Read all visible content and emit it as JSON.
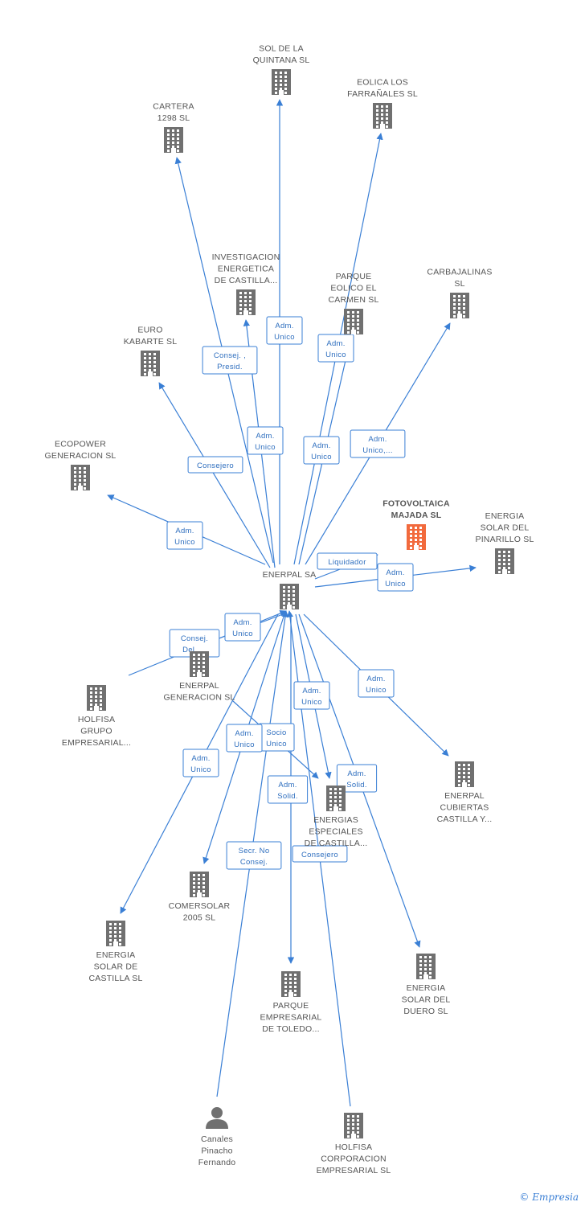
{
  "colors": {
    "edge": "#3a7fd5",
    "node": "#707070",
    "highlight": "#f26a3d",
    "label": "#555555"
  },
  "brand": {
    "copyright": "©",
    "name": "Empresia"
  },
  "nodes": [
    {
      "id": "enerpal",
      "label": [
        "ENERPAL SA"
      ],
      "icon": "building-icon"
    },
    {
      "id": "sol_quintana",
      "label": [
        "SOL DE LA",
        "QUINTANA SL"
      ],
      "icon": "building-icon"
    },
    {
      "id": "eolica_farranales",
      "label": [
        "EOLICA LOS",
        "FARRAÑALES SL"
      ],
      "icon": "building-icon"
    },
    {
      "id": "cartera",
      "label": [
        "CARTERA",
        "1298  SL"
      ],
      "icon": "building-icon"
    },
    {
      "id": "investigacion",
      "label": [
        "INVESTIGACION",
        "ENERGETICA",
        "DE CASTILLA..."
      ],
      "icon": "building-icon"
    },
    {
      "id": "parque_carmen",
      "label": [
        "PARQUE",
        "EOLICO EL",
        "CARMEN SL"
      ],
      "icon": "building-icon"
    },
    {
      "id": "carbajalinas",
      "label": [
        "CARBAJALINAS",
        "SL"
      ],
      "icon": "building-icon"
    },
    {
      "id": "euro_kabarte",
      "label": [
        "EURO",
        "KABARTE SL"
      ],
      "icon": "building-icon"
    },
    {
      "id": "ecopower",
      "label": [
        "ECOPOWER",
        "GENERACION SL"
      ],
      "icon": "building-icon"
    },
    {
      "id": "fotovoltaica",
      "label": [
        "FOTOVOLTAICA",
        "MAJADA SL"
      ],
      "icon": "building-icon",
      "highlight": true
    },
    {
      "id": "pinarillo",
      "label": [
        "ENERGIA",
        "SOLAR DEL",
        "PINARILLO SL"
      ],
      "icon": "building-icon"
    },
    {
      "id": "enerpal_gen",
      "label": [
        "ENERPAL",
        "GENERACION SL"
      ],
      "icon": "building-icon"
    },
    {
      "id": "holfisa_grupo",
      "label": [
        "HOLFISA",
        "GRUPO",
        "EMPRESARIAL..."
      ],
      "icon": "building-icon"
    },
    {
      "id": "cubiertas",
      "label": [
        "ENERPAL",
        "CUBIERTAS",
        "CASTILLA Y..."
      ],
      "icon": "building-icon"
    },
    {
      "id": "especiales",
      "label": [
        "ENERGIAS",
        "ESPECIALES",
        "DE CASTILLA..."
      ],
      "icon": "building-icon"
    },
    {
      "id": "comersolar",
      "label": [
        "COMERSOLAR",
        "2005 SL"
      ],
      "icon": "building-icon"
    },
    {
      "id": "solar_castilla",
      "label": [
        "ENERGIA",
        "SOLAR DE",
        "CASTILLA SL"
      ],
      "icon": "building-icon"
    },
    {
      "id": "parque_toledo",
      "label": [
        "PARQUE",
        "EMPRESARIAL",
        "DE TOLEDO..."
      ],
      "icon": "building-icon"
    },
    {
      "id": "solar_duero",
      "label": [
        "ENERGIA",
        "SOLAR DEL",
        "DUERO SL"
      ],
      "icon": "building-icon"
    },
    {
      "id": "canales",
      "label": [
        "Canales",
        "Pinacho",
        "Fernando"
      ],
      "icon": "person-icon"
    },
    {
      "id": "holfisa_corp",
      "label": [
        "HOLFISA",
        "CORPORACION",
        "EMPRESARIAL SL"
      ],
      "icon": "building-icon"
    }
  ],
  "edges": [
    {
      "from": "enerpal",
      "to": "sol_quintana",
      "label": [
        "Adm.",
        "Unico"
      ]
    },
    {
      "from": "enerpal",
      "to": "eolica_farranales",
      "label": [
        "Adm.",
        "Unico"
      ]
    },
    {
      "from": "enerpal",
      "to": "cartera",
      "label": [
        "Consej. ,",
        "Presid."
      ]
    },
    {
      "from": "enerpal",
      "to": "investigacion",
      "label": [
        "Adm.",
        "Unico"
      ]
    },
    {
      "from": "enerpal",
      "to": "parque_carmen",
      "label": [
        "Adm.",
        "Unico"
      ]
    },
    {
      "from": "enerpal",
      "to": "carbajalinas",
      "label": [
        "Adm.",
        "Unico,..."
      ]
    },
    {
      "from": "enerpal",
      "to": "euro_kabarte",
      "label": [
        "Consejero"
      ]
    },
    {
      "from": "enerpal",
      "to": "ecopower",
      "label": [
        "Adm.",
        "Unico"
      ]
    },
    {
      "from": "enerpal",
      "to": "fotovoltaica",
      "label": [
        "Liquidador"
      ]
    },
    {
      "from": "enerpal",
      "to": "pinarillo",
      "label": [
        "Adm.",
        "Unico"
      ]
    },
    {
      "from": "enerpal",
      "to": "enerpal_gen",
      "label": [
        "Adm.",
        "Unico"
      ]
    },
    {
      "from": "holfisa_grupo",
      "to": "enerpal",
      "label": [
        "Consej.",
        "Del.,..."
      ]
    },
    {
      "from": "enerpal",
      "to": "cubiertas",
      "label": [
        "Adm.",
        "Unico"
      ]
    },
    {
      "from": "enerpal",
      "to": "especiales",
      "label": [
        "Adm.",
        "Unico"
      ]
    },
    {
      "from": "enerpal_gen",
      "to": "especiales",
      "label": [
        "Socio",
        "Unico"
      ]
    },
    {
      "from": "enerpal",
      "to": "comersolar",
      "label": [
        "Adm.",
        "Unico"
      ]
    },
    {
      "from": "enerpal",
      "to": "solar_castilla",
      "label": [
        "Adm.",
        "Unico"
      ]
    },
    {
      "from": "enerpal",
      "to": "parque_toledo",
      "label": [
        "Adm.",
        "Solid."
      ]
    },
    {
      "from": "enerpal",
      "to": "solar_duero",
      "label": [
        "Adm.",
        "Solid."
      ]
    },
    {
      "from": "canales",
      "to": "enerpal",
      "label": [
        "Secr.  No",
        "Consej."
      ]
    },
    {
      "from": "holfisa_corp",
      "to": "enerpal",
      "label": [
        "Consejero"
      ]
    }
  ]
}
